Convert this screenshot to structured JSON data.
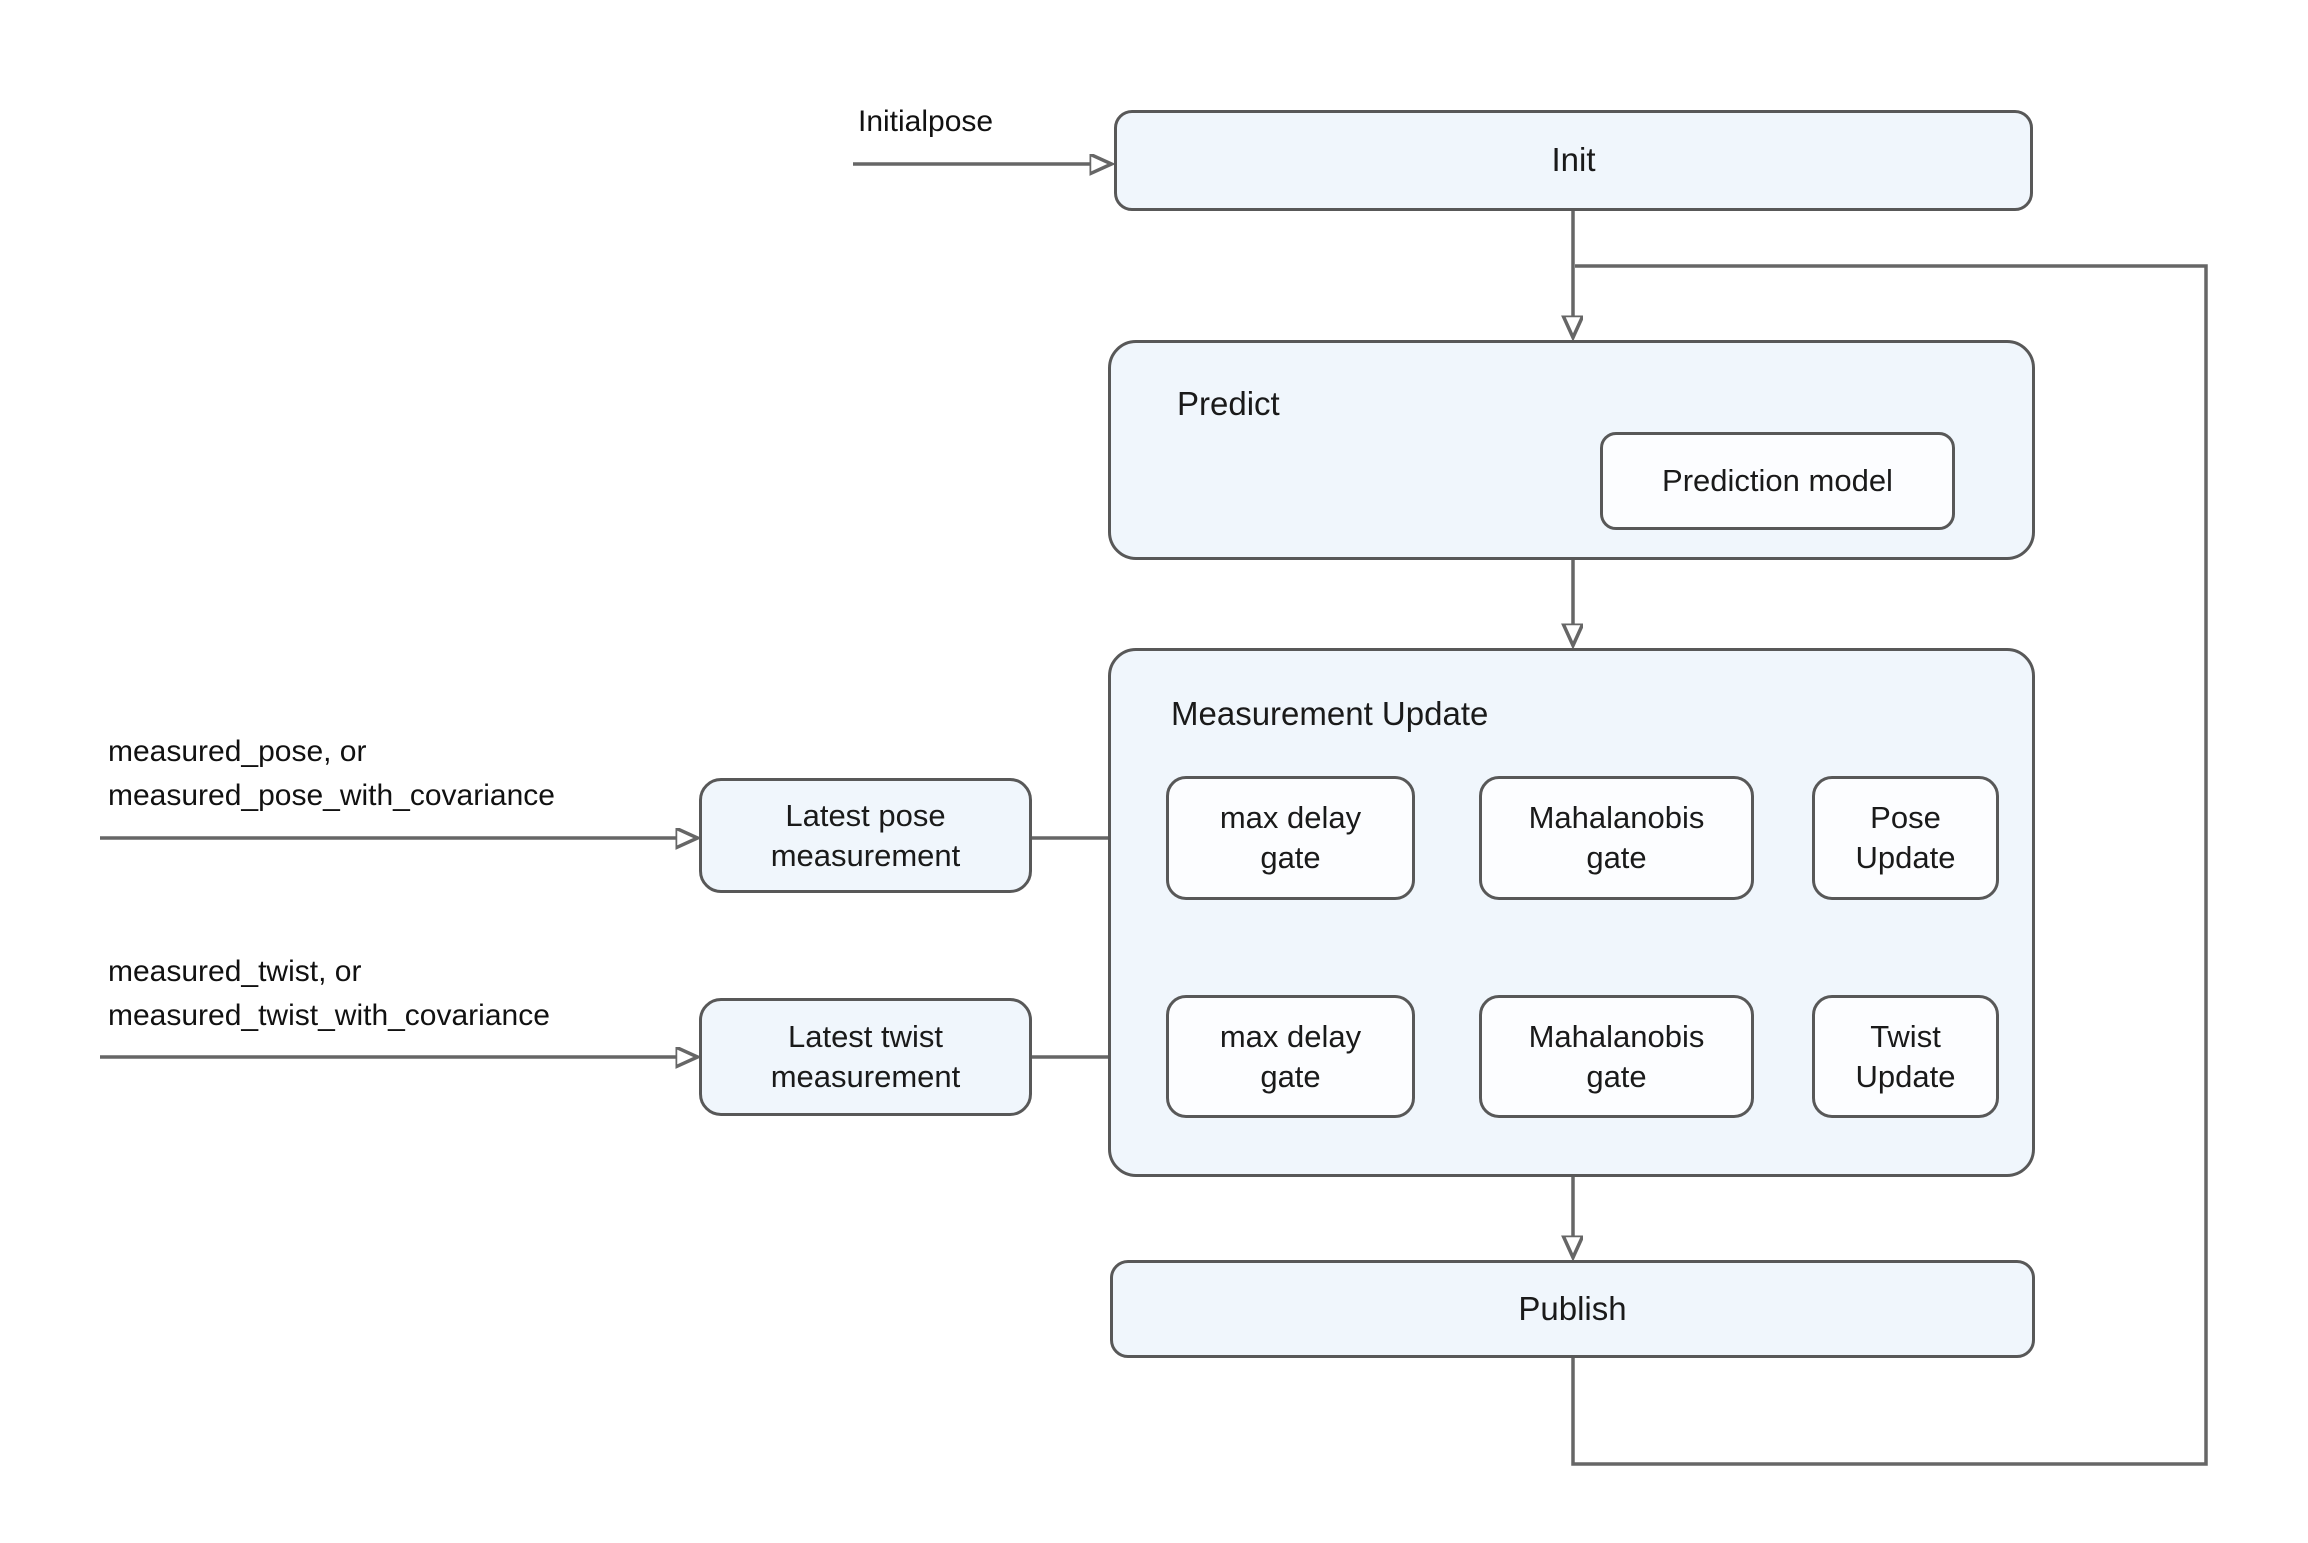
{
  "diagram": {
    "colors": {
      "background": "#ffffff",
      "node_fill": "#f0f6fc",
      "nested_fill": "#fcfdff",
      "stroke": "#585858",
      "line": "#666666",
      "text": "#1a1a1a"
    },
    "nodes": {
      "init": "Init",
      "predict": "Predict",
      "prediction_model": "Prediction model",
      "measurement_update": "Measurement Update",
      "max_delay_gate": "max delay gate",
      "mahalanobis_gate": "Mahalanobis gate",
      "pose_update": "Pose Update",
      "twist_update": "Twist Update",
      "latest_pose_measurement": "Latest pose measurement",
      "latest_twist_measurement": "Latest twist measurement",
      "publish": "Publish"
    },
    "labels": {
      "initialpose": "Initialpose",
      "pose_topic_line1": "measured_pose, or",
      "pose_topic_line2": "measured_pose_with_covariance",
      "twist_topic_line1": "measured_twist, or",
      "twist_topic_line2": "measured_twist_with_covariance"
    }
  }
}
